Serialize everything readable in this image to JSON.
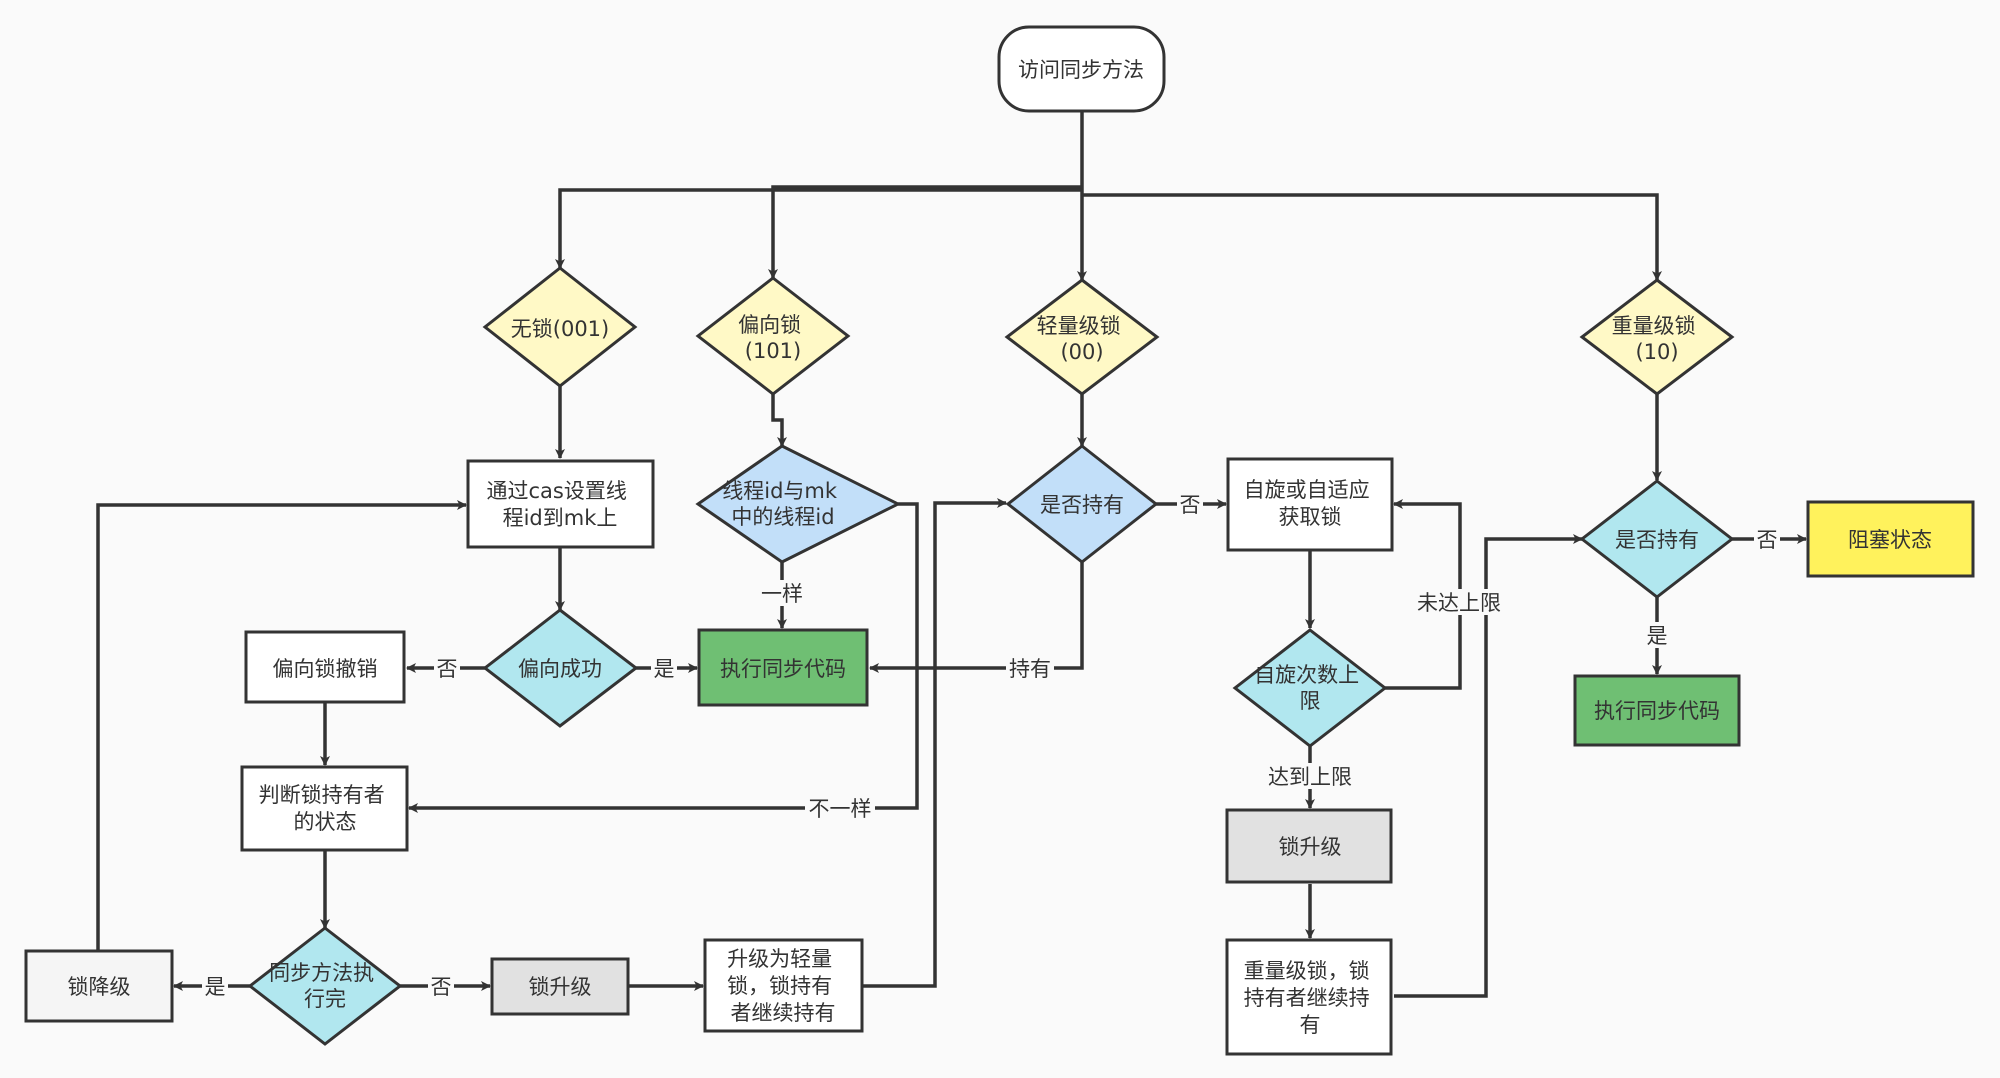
{
  "nodes": {
    "start": [
      "访问同步方法"
    ],
    "d_nolock": [
      "无锁(001)"
    ],
    "d_biased": [
      "偏向锁",
      "(101)"
    ],
    "d_light": [
      "轻量级锁",
      "(00)"
    ],
    "d_heavy": [
      "重量级锁",
      "(10)"
    ],
    "cas_set": [
      "通过cas设置线",
      "程id到mk上"
    ],
    "d_tid": [
      "线程id与mk",
      "中的线程id"
    ],
    "d_hold": [
      "是否持有"
    ],
    "spin": [
      "自旋或自适应",
      "获取锁"
    ],
    "d_hold2": [
      "是否持有"
    ],
    "blocked": [
      "阻塞状态"
    ],
    "revoke": [
      "偏向锁撤销"
    ],
    "d_bias_ok": [
      "偏向成功"
    ],
    "exec1": [
      "执行同步代码"
    ],
    "d_spin": [
      "自旋次数上",
      "限"
    ],
    "exec2": [
      "执行同步代码"
    ],
    "judge": [
      "判断锁持有者",
      "的状态"
    ],
    "upgrade_heavy": [
      "锁升级"
    ],
    "downgrade": [
      "锁降级"
    ],
    "d_done": [
      "同步方法执",
      "行完"
    ],
    "upgrade_light": [
      "锁升级"
    ],
    "to_light": [
      "升级为轻量",
      "锁，锁持有",
      "者继续持有"
    ],
    "heavy_hold": [
      "重量级锁，锁",
      "持有者继续持",
      "有"
    ]
  },
  "edge_labels": {
    "no1": "否",
    "no2": "否",
    "no3": "否",
    "no4": "否",
    "yes1": "是",
    "yes2": "是",
    "yes3": "是",
    "same": "一样",
    "diff": "不一样",
    "hold": "持有",
    "not_reach": "未达上限",
    "reach": "达到上限"
  },
  "colors": {
    "yellow_diamond": "#fff9c6",
    "blue_diamond": "#c2dff9",
    "cyan_diamond": "#b1e7ef",
    "green_box": "#6fbf73",
    "gray_box": "#e1e1e1",
    "white_box": "#ffffff",
    "light_box": "#f5f5f5",
    "yellow_box": "#fff25c",
    "stroke": "#333333"
  }
}
